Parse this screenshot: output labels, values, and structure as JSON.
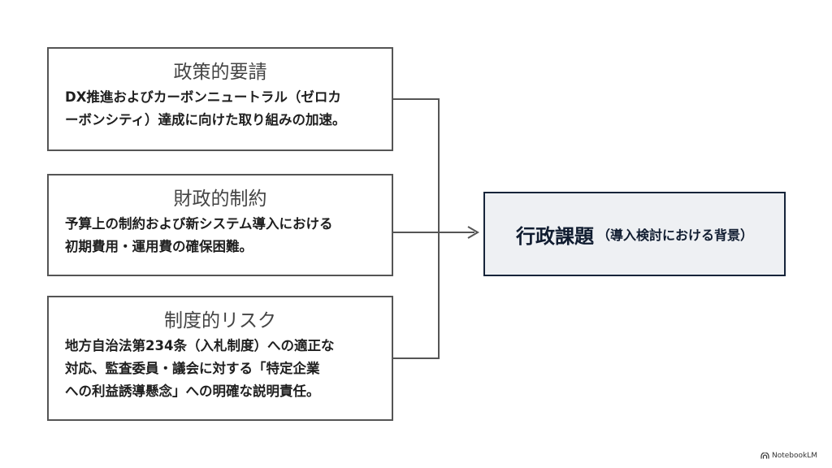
{
  "boxes": {
    "policy": {
      "heading": "政策的要請",
      "text": "DX推進およびカーボンニュートラル（ゼロカ\nーボンシティ）達成に向けた取り組みの加速。"
    },
    "finance": {
      "heading": "財政的制約",
      "text": "予算上の制約および新システム導入における\n初期費用・運用費の確保困難。"
    },
    "risk": {
      "heading": "制度的リスク",
      "text": "地方自治法第234条（入札制度）への適正な\n対応、監査委員・議会に対する「特定企業\nへの利益誘導懸念」への明確な説明責任。"
    }
  },
  "target": {
    "title": "行政課題",
    "subtitle": "（導入検討における背景）"
  },
  "footer": {
    "brand": "NotebookLM",
    "brand_icon": "notebooklm-logo-icon"
  },
  "colors": {
    "box_border": "#555555",
    "target_border": "#16243a",
    "target_fill": "#eef0f3",
    "connector": "#555555"
  }
}
